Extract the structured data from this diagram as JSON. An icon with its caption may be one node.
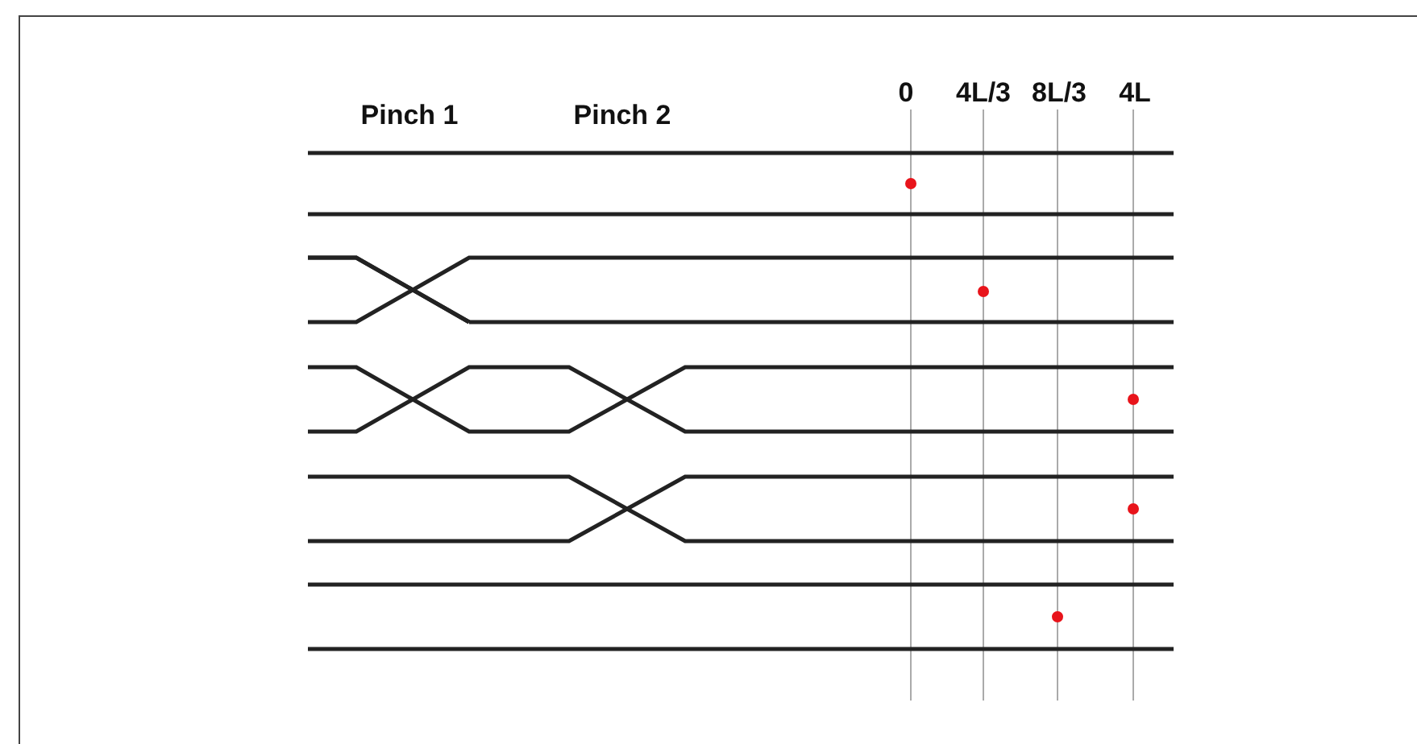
{
  "diagram": {
    "labels": [
      "Pinch 1",
      "Pinch 2",
      "0",
      "4L/3",
      "8L/3",
      "4L"
    ]
  }
}
